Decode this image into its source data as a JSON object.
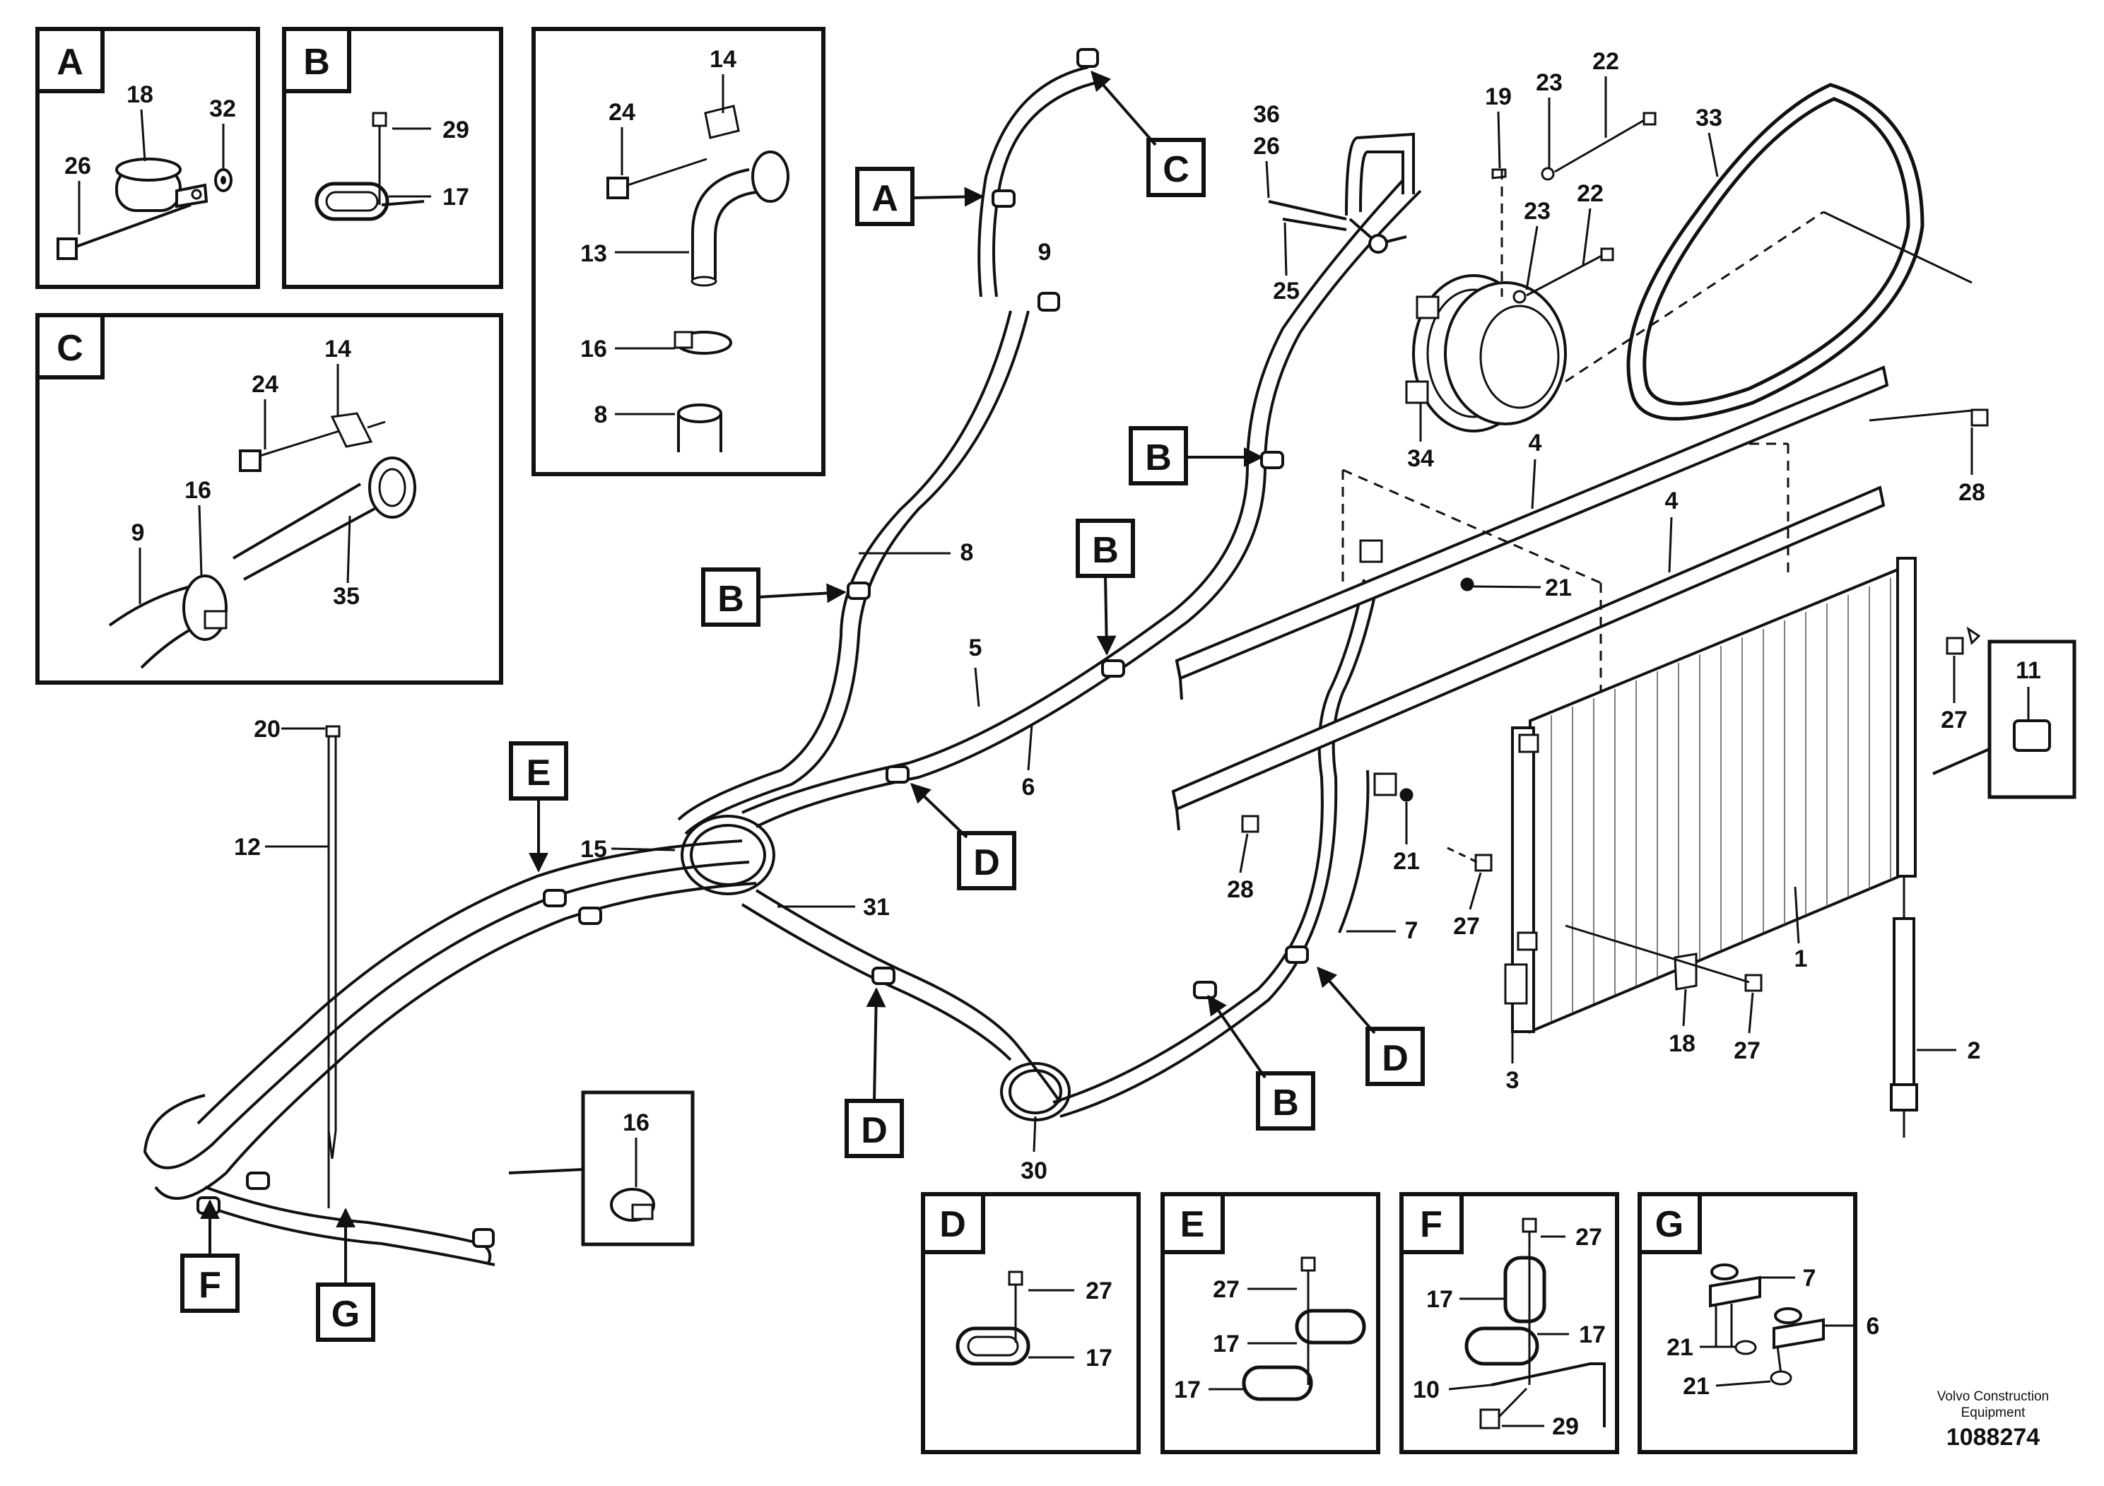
{
  "inset_letters": {
    "A": "A",
    "B": "B",
    "C": "C",
    "D": "D",
    "E": "E",
    "F": "F",
    "G": "G"
  },
  "part_numbers": {
    "p1": "1",
    "p2": "2",
    "p3": "3",
    "p4": "4",
    "p5": "5",
    "p6": "6",
    "p7": "7",
    "p8": "8",
    "p9": "9",
    "p10": "10",
    "p11": "11",
    "p12": "12",
    "p13": "13",
    "p14": "14",
    "p15": "15",
    "p16": "16",
    "p17": "17",
    "p18": "18",
    "p19": "19",
    "p20": "20",
    "p21": "21",
    "p22": "22",
    "p23": "23",
    "p24": "24",
    "p25": "25",
    "p26": "26",
    "p27": "27",
    "p28": "28",
    "p29": "29",
    "p30": "30",
    "p31": "31",
    "p32": "32",
    "p33": "33",
    "p34": "34",
    "p35": "35",
    "p36": "36"
  },
  "footer": {
    "company_line1": "Volvo Construction",
    "company_line2": "Equipment",
    "drawing_number": "1088274"
  }
}
